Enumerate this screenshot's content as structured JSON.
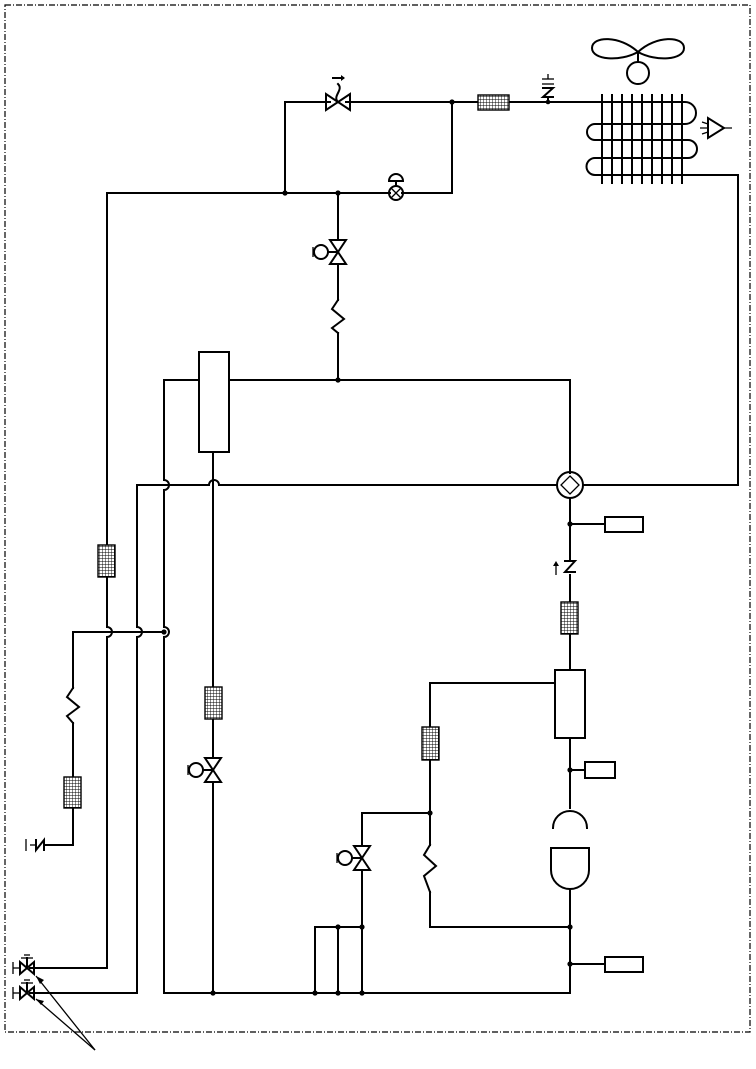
{
  "diagram": {
    "kind": "refrigerant piping schematic",
    "colors": {
      "line": "#000000",
      "background": "#ffffff",
      "border": "#000000"
    },
    "components": [
      {
        "type": "fan",
        "icon": "fan-icon"
      },
      {
        "type": "condenser-coil",
        "icon": "heat-exchanger-icon"
      },
      {
        "type": "distributor",
        "icon": "distributor-icon"
      },
      {
        "type": "filter-drier",
        "icon": "filter-icon"
      },
      {
        "type": "check-valve",
        "icon": "check-valve-icon"
      },
      {
        "type": "expansion-valve",
        "icon": "expansion-valve-icon"
      },
      {
        "type": "solenoid-valve",
        "icon": "solenoid-valve-icon"
      },
      {
        "type": "four-way-valve",
        "icon": "four-way-valve-icon"
      },
      {
        "type": "receiver-tank",
        "icon": "tank-icon"
      },
      {
        "type": "compressor",
        "icon": "compressor-icon"
      },
      {
        "type": "sensor",
        "icon": "sensor-icon"
      },
      {
        "type": "capillary-tube",
        "icon": "capillary-icon"
      },
      {
        "type": "service-valve",
        "icon": "service-valve-icon"
      }
    ]
  }
}
